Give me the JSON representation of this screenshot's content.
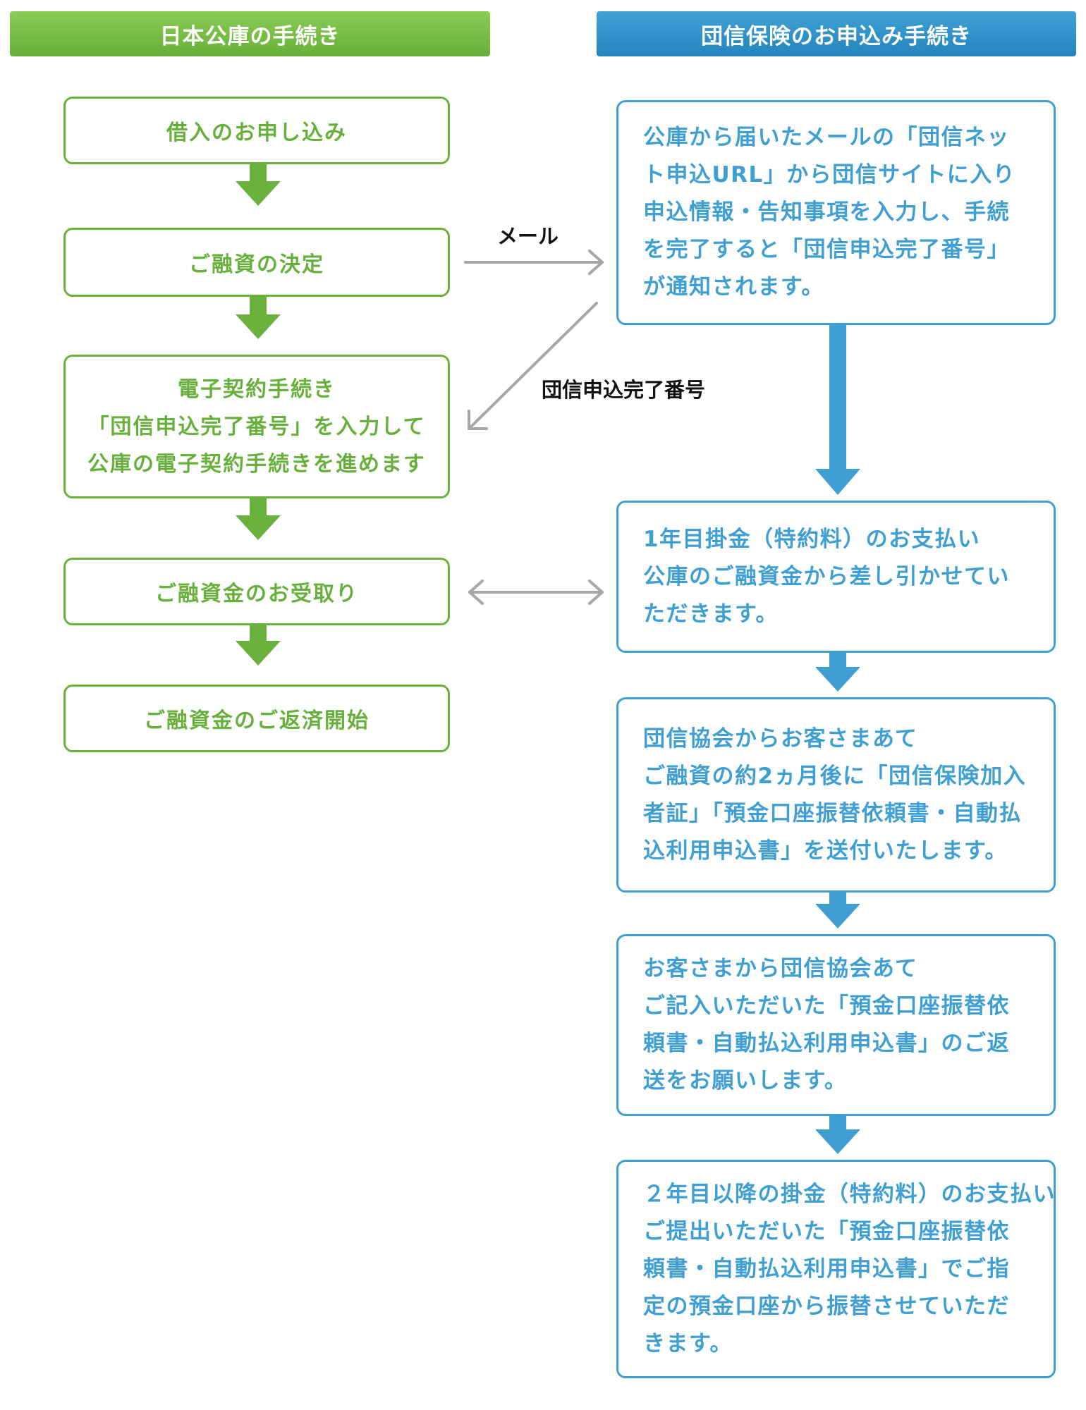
{
  "headers": {
    "left": "日本公庫の手続き",
    "right": "団信保険のお申込み手続き"
  },
  "left_steps": [
    [
      "借入のお申し込み"
    ],
    [
      "ご融資の決定"
    ],
    [
      "電子契約手続き",
      "「団信申込完了番号」を入力して",
      "公庫の電子契約手続きを進めます"
    ],
    [
      "ご融資金のお受取り"
    ],
    [
      "ご融資金のご返済開始"
    ]
  ],
  "right_steps": [
    [
      "公庫から届いたメールの「団信ネッ",
      "ト申込URL」から団信サイトに入り",
      "申込情報・告知事項を入力し、手続",
      "を完了すると「団信申込完了番号」",
      "が通知されます。"
    ],
    [
      "1年目掛金（特約料）のお支払い",
      "公庫のご融資金から差し引かせてい",
      "ただきます。"
    ],
    [
      "団信協会からお客さまあて",
      "ご融資の約2ヵ月後に「団信保険加入",
      "者証」「預金口座振替依頼書・自動払",
      "込利用申込書」を送付いたします。"
    ],
    [
      "お客さまから団信協会あて",
      "ご記入いただいた「預金口座振替依",
      "頼書・自動払込利用申込書」のご返",
      "送をお願いします。"
    ],
    [
      "２年目以降の掛金（特約料）のお支払い",
      "ご提出いただいた「預金口座振替依",
      "頼書・自動払込利用申込書」でご指",
      "定の預金口座から振替させていただ",
      "きます。"
    ]
  ],
  "connector_labels": {
    "mail": "メール",
    "completion_number": "団信申込完了番号"
  },
  "colors": {
    "green": "#6ab23d",
    "blue": "#3f9fd2",
    "gray_arrow": "#a6a6a6"
  }
}
